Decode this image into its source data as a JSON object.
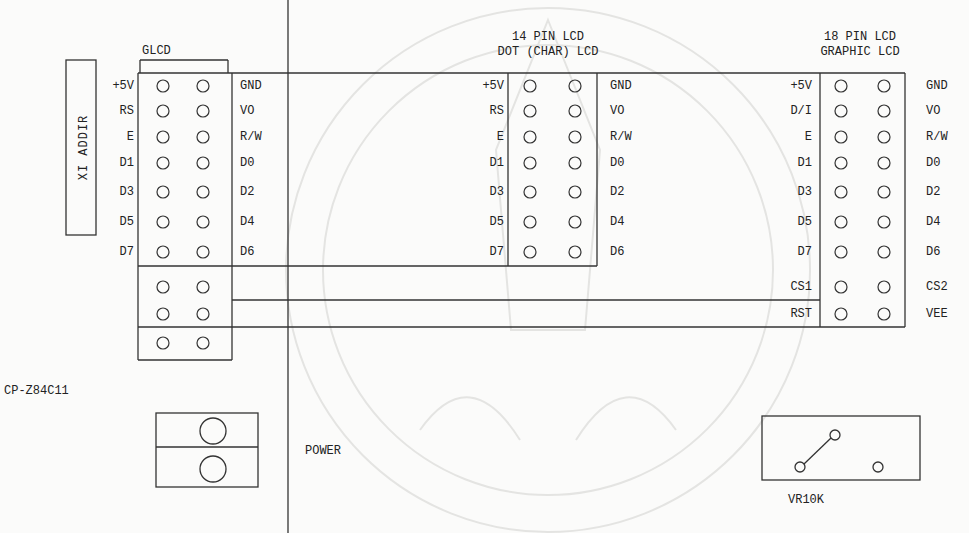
{
  "diagram": {
    "nodes": [
      {
        "text": [
          "GLCD"
        ]
      },
      {
        "text": [
          "14 PIN LCD",
          "DOT (CHAR) LCD"
        ]
      },
      {
        "text": [
          "18 PIN LCD",
          "GRAPHIC LCD"
        ]
      },
      {
        "text": [
          "XI ADDIR"
        ]
      }
    ],
    "labels": [
      "+5V",
      "RS",
      "E",
      "D1",
      "D3",
      "D5",
      "D7",
      "GND",
      "VO",
      "R/W",
      "D0",
      "D2",
      "D4",
      "D6",
      "+5V",
      "RS",
      "E",
      "D1",
      "D3",
      "D5",
      "D7",
      "GND",
      "VO",
      "R/W",
      "D0",
      "D2",
      "D4",
      "D6",
      "+5V",
      "D/I",
      "E",
      "D1",
      "D3",
      "D5",
      "D7",
      "CS1",
      "RST",
      "GND",
      "VO",
      "R/W",
      "D0",
      "D2",
      "D4",
      "D6",
      "CS2",
      "VEE",
      "CP-Z84C11",
      "POWER",
      "VR10K"
    ]
  }
}
